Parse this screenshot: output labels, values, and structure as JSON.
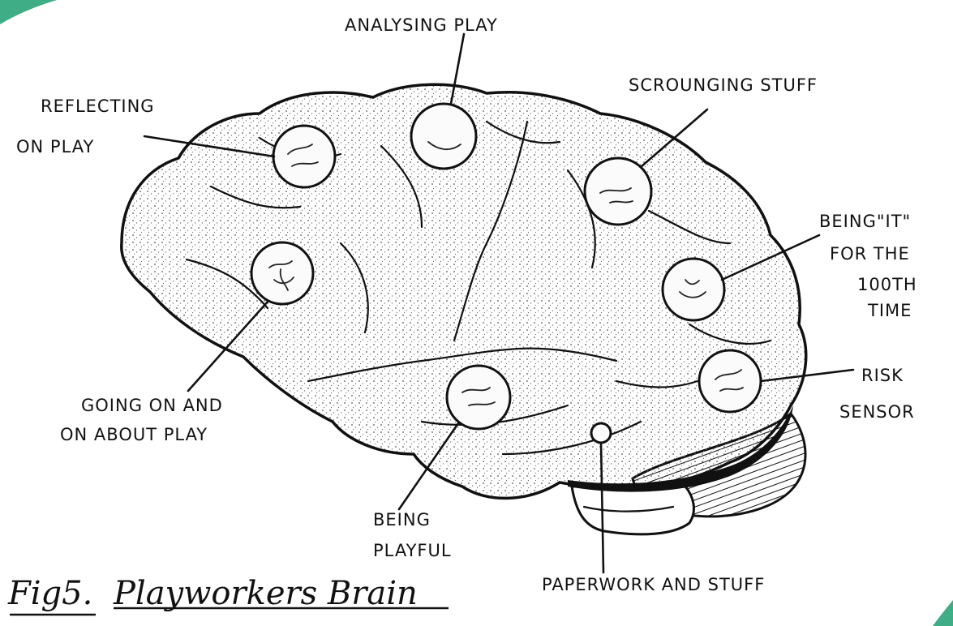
{
  "diagram": {
    "caption": {
      "number": "Fig5.",
      "title": "Playworkers Brain"
    },
    "labels": {
      "analysing": "ANALYSING PLAY",
      "scrounging": "SCROUNGING STUFF",
      "reflecting_1": "REFLECTING",
      "reflecting_2": "ON PLAY",
      "being_it_1": "BEING\"IT\"",
      "being_it_2": "FOR THE",
      "being_it_3": "100TH",
      "being_it_4": "TIME",
      "going_on_1": "GOING ON AND",
      "going_on_2": "ON ABOUT PLAY",
      "risk_1": "RISK",
      "risk_2": "SENSOR",
      "playful_1": "BEING",
      "playful_2": "PLAYFUL",
      "paperwork": "PAPERWORK AND STUFF"
    },
    "colors": {
      "ink": "#111111",
      "paper": "#ffffff",
      "corner_accent": "#3fae86"
    }
  }
}
